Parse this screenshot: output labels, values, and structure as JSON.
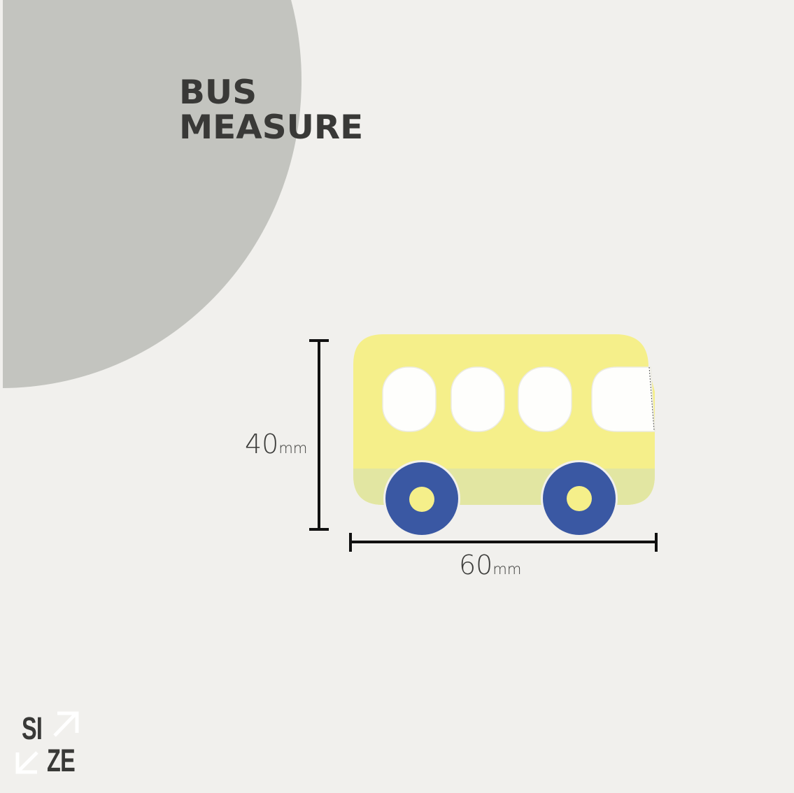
{
  "title": {
    "line1": "BUS",
    "line2": "MEASURE"
  },
  "dimensions": {
    "height": {
      "value": "40",
      "unit": "mm"
    },
    "width": {
      "value": "60",
      "unit": "mm"
    }
  },
  "illustration": {
    "subject": "bus-icon",
    "window_count": 4,
    "wheel_count": 2
  },
  "logo": {
    "top": "SI",
    "bottom": "ZE",
    "icon": "expand-arrows-icon"
  },
  "colors": {
    "background": "#f1f0ed",
    "circle": "#c3c4bf",
    "text": "#393937",
    "bus_body": "#f5ef8a",
    "bus_lower": "#e2e6a2",
    "windows": "#fefefc",
    "wheels": "#3a58a3",
    "hubs": "#f5ef8a",
    "dimension_lines": "#111111"
  }
}
